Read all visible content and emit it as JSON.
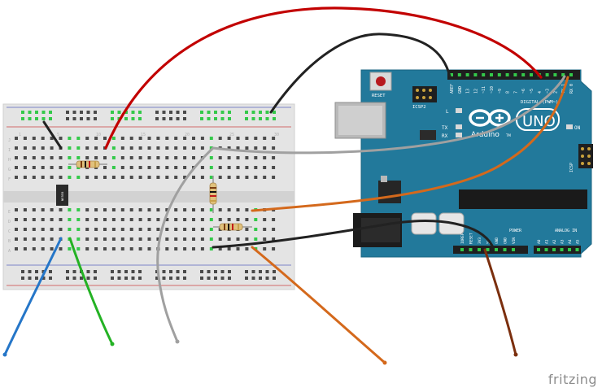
{
  "watermark": "fritzing",
  "arduino": {
    "brand": "Arduino",
    "model": "UNO",
    "tm": "TM",
    "reset_label": "RESET",
    "icsp2_label": "ICSP2",
    "icsp_label": "ICSP",
    "on_label": "ON",
    "led_l": "L",
    "led_tx": "TX",
    "led_rx": "RX",
    "digital_label": "DIGITAL (PWM~)",
    "power_label": "POWER",
    "analog_label": "ANALOG IN",
    "top_header_pins": [
      "AREF",
      "GND",
      "13",
      "12",
      "~11",
      "~10",
      "~9",
      "8",
      "7",
      "~6",
      "~5",
      "4",
      "~3",
      "2",
      "TX 1",
      "RX 0"
    ],
    "power_pins": [
      "IOREF",
      "RESET",
      "3V3",
      "5V",
      "GND",
      "GND",
      "VIN"
    ],
    "analog_pins": [
      "A0",
      "A1",
      "A2",
      "A3",
      "A4",
      "A5"
    ]
  },
  "breadboard": {
    "row_letters_top": [
      "J",
      "I",
      "H",
      "G",
      "F"
    ],
    "row_letters_bottom": [
      "E",
      "D",
      "C",
      "B",
      "A"
    ],
    "column_numbers": [
      "1",
      "5",
      "10",
      "15",
      "20",
      "25",
      "30"
    ]
  },
  "ic": {
    "label": "NE555"
  },
  "colors": {
    "board": "#22799b",
    "breadboard": "#e2e2e2",
    "wire_red": "#c20000",
    "wire_black": "#222222",
    "wire_gray": "#a0a0a0",
    "wire_orange": "#d4691c",
    "wire_blue": "#2576c8",
    "wire_green": "#24b224",
    "wire_brown": "#7b2f0e",
    "pin_green": "#34c94a"
  },
  "icons": [
    "usb-connector",
    "dc-barrel-jack",
    "reset-button",
    "resistor",
    "ic-chip"
  ]
}
